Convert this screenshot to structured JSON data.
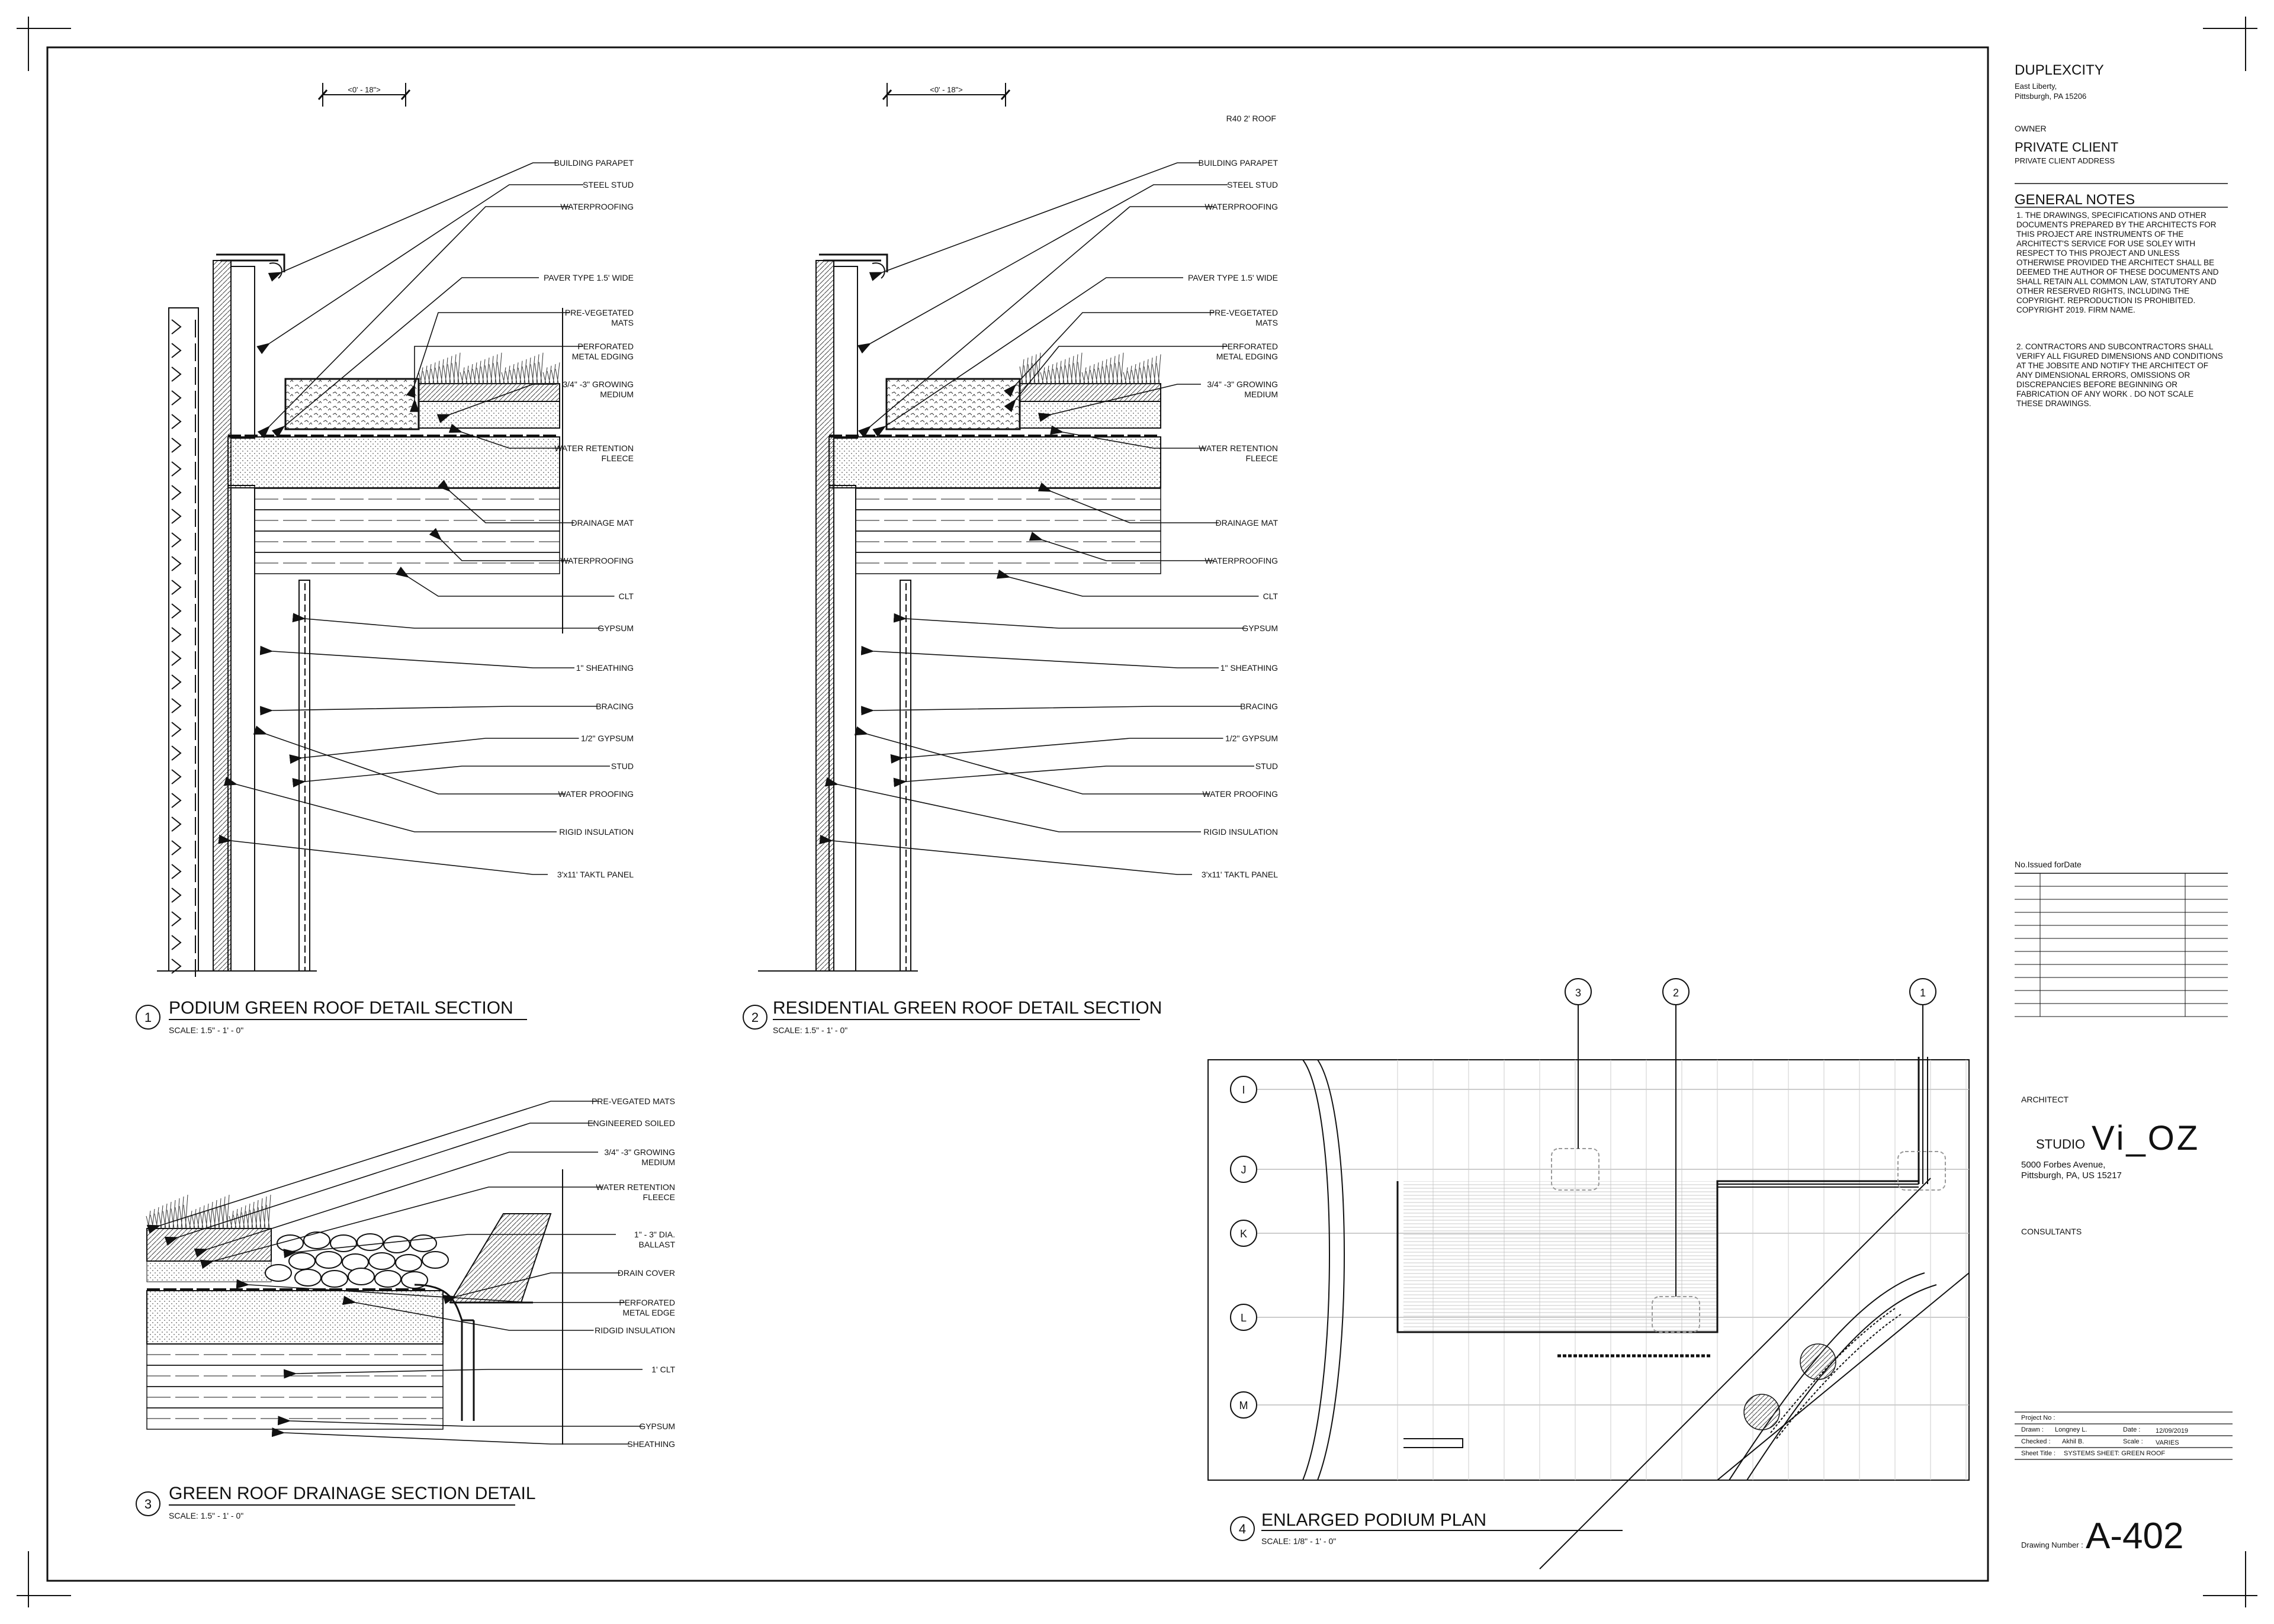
{
  "project": {
    "name": "DUPLEXCITY",
    "address": [
      "East Liberty,",
      "Pittsburgh, PA 15206"
    ]
  },
  "owner": {
    "label": "OWNER",
    "client": "PRIVATE CLIENT",
    "client_address": "PRIVATE CLIENT ADDRESS"
  },
  "general_notes": {
    "heading": "GENERAL NOTES",
    "note1": [
      "1. THE DRAWINGS, SPECIFICATIONS AND OTHER",
      "DOCUMENTS PREPARED BY THE ARCHITECTS FOR",
      "THIS PROJECT ARE INSTRUMENTS OF THE",
      "ARCHITECT'S SERVICE FOR USE SOLEY WITH",
      "RESPECT TO THIS PROJECT AND UNLESS",
      "OTHERWISE PROVIDED THE ARCHITECT SHALL BE",
      "DEEMED THE AUTHOR OF THESE DOCUMENTS AND",
      "SHALL RETAIN ALL COMMON LAW, STATUTORY AND",
      "OTHER RESERVED RIGHTS, INCLUDING THE",
      "COPYRIGHT. REPRODUCTION IS PROHIBITED.",
      "COPYRIGHT 2019. FIRM NAME."
    ],
    "note2": [
      "2. CONTRACTORS AND SUBCONTRACTORS SHALL",
      "VERIFY ALL FIGURED DIMENSIONS AND CONDITIONS",
      "AT THE JOBSITE AND NOTIFY THE ARCHITECT OF",
      "ANY DIMENSIONAL ERRORS, OMISSIONS OR",
      "DISCREPANCIES BEFORE BEGINNING OR",
      "FABRICATION OF ANY WORK . DO NOT SCALE",
      "THESE DRAWINGS."
    ]
  },
  "issue_table": {
    "header": "No.Issued forDate",
    "rows": 11
  },
  "architect": {
    "label": "ARCHITECT",
    "studio_word": "STUDIO",
    "studio_logo": "Vi_OZ",
    "address": [
      "5000 Forbes Avenue,",
      "Pittsburgh, PA, US 15217"
    ]
  },
  "consultants": {
    "label": "CONSULTANTS"
  },
  "project_info": {
    "project_no_label": "Project No :",
    "drawn_label": "Drawn :",
    "drawn_value": "Longney L.",
    "date_label": "Date :",
    "date_value": "12/09/2019",
    "checked_label": "Checked :",
    "checked_value": "Akhil B.",
    "scale_label": "Scale :",
    "scale_value": "VARIES",
    "sheet_title_label": "Sheet Title :",
    "sheet_title_value": "SYSTEMS SHEET: GREEN ROOF",
    "drawing_number_label": "Drawing Number :",
    "drawing_number": "A-402"
  },
  "details": {
    "d1": {
      "number": "1",
      "title": "PODIUM GREEN ROOF DETAIL SECTION",
      "scale": "SCALE: 1.5\" - 1' - 0\"",
      "dim": "<0' - 18\">"
    },
    "d2": {
      "number": "2",
      "title": "RESIDENTIAL GREEN ROOF DETAIL SECTION",
      "scale": "SCALE: 1.5\" - 1' - 0\"",
      "dim": "<0' - 18\">",
      "top_note": "R40 2' ROOF"
    },
    "d3": {
      "number": "3",
      "title": "GREEN ROOF DRAINAGE SECTION DETAIL",
      "scale": "SCALE: 1.5\" - 1' - 0\""
    },
    "d4": {
      "number": "4",
      "title": "ENLARGED PODIUM PLAN",
      "scale": "SCALE: 1/8\" - 1' - 0\""
    }
  },
  "section_labels": [
    [
      "BUILDING PARAPET"
    ],
    [
      "STEEL STUD"
    ],
    [
      "WATERPROOFING"
    ],
    [
      "PAVER TYPE 1.5' WIDE"
    ],
    [
      "PRE-VEGETATED",
      "MATS"
    ],
    [
      "PERFORATED",
      "METAL EDGING"
    ],
    [
      "3/4\" -3\" GROWING",
      "MEDIUM"
    ],
    [
      "WATER RETENTION",
      "FLEECE"
    ],
    [
      "DRAINAGE MAT"
    ],
    [
      "WATERPROOFING"
    ],
    [
      "CLT"
    ],
    [
      "GYPSUM"
    ],
    [
      "1\" SHEATHING"
    ],
    [
      "BRACING"
    ],
    [
      "1/2\" GYPSUM"
    ],
    [
      "STUD"
    ],
    [
      "WATER PROOFING"
    ],
    [
      "RIGID INSULATION"
    ],
    [
      "3'x11' TAKTL PANEL"
    ]
  ],
  "drainage_labels": [
    [
      "PRE-VEGATED MATS"
    ],
    [
      "ENGINEERED SOILED"
    ],
    [
      "3/4\" -3\" GROWING",
      "MEDIUM"
    ],
    [
      "WATER RETENTION",
      "FLEECE"
    ],
    [
      "1\" - 3\" DIA.",
      "BALLAST"
    ],
    [
      "DRAIN COVER"
    ],
    [
      "PERFORATED",
      "METAL EDGE"
    ],
    [
      "RIDGID INSULATION"
    ],
    [
      "1' CLT"
    ],
    [
      "GYPSUM"
    ],
    [
      "SHEATHING"
    ]
  ],
  "plan": {
    "rows": [
      "I",
      "J",
      "K",
      "L",
      "M"
    ],
    "callouts": [
      "3",
      "2",
      "1"
    ]
  }
}
